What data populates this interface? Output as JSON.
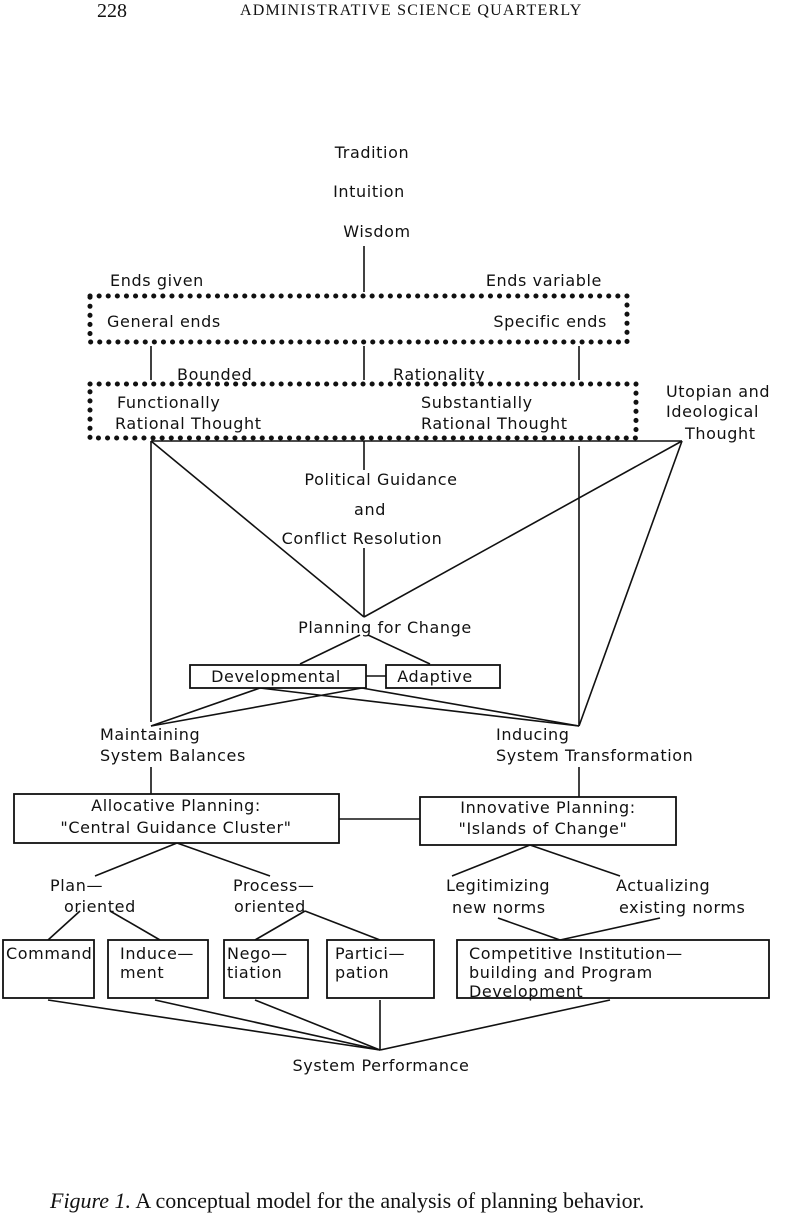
{
  "header": {
    "page_number": "228",
    "journal_name": "ADMINISTRATIVE SCIENCE QUARTERLY"
  },
  "caption": {
    "figure_label": "Figure 1.",
    "text": "A conceptual model for the analysis of planning behavior."
  },
  "diagram": {
    "top_stack": [
      "Tradition",
      "Intuition",
      "Wisdom"
    ],
    "ends_given": "Ends given",
    "ends_variable": "Ends variable",
    "general_ends": "General ends",
    "specific_ends": "Specific ends",
    "bounded": "Bounded",
    "rationality": "Rationality",
    "functional": [
      "Functionally",
      "Rational Thought"
    ],
    "substantial": [
      "Substantially",
      "Rational Thought"
    ],
    "utopian": [
      "Utopian and",
      "Ideological",
      "Thought"
    ],
    "political": [
      "Political Guidance",
      "and",
      "Conflict Resolution"
    ],
    "planning_for_change": "Planning for Change",
    "developmental": "Developmental",
    "adaptive": "Adaptive",
    "maintaining": [
      "Maintaining",
      "System Balances"
    ],
    "inducing": [
      "Inducing",
      "System Transformation"
    ],
    "allocative": [
      "Allocative Planning:",
      "\"Central Guidance Cluster\""
    ],
    "innovative": [
      "Innovative Planning:",
      "\"Islands of Change\""
    ],
    "plan_oriented": [
      "Plan—",
      "oriented"
    ],
    "process_oriented": [
      "Process—",
      "oriented"
    ],
    "legitimizing": [
      "Legitimizing",
      "new norms"
    ],
    "actualizing": [
      "Actualizing",
      "existing norms"
    ],
    "command": "Command",
    "inducement": [
      "Induce—",
      "ment"
    ],
    "negotiation": [
      "Nego—",
      "tiation"
    ],
    "participation": [
      "Partici—",
      "pation"
    ],
    "competitive": [
      "Competitive Institution—",
      "building and Program",
      "Development"
    ],
    "system_performance": "System Performance"
  }
}
